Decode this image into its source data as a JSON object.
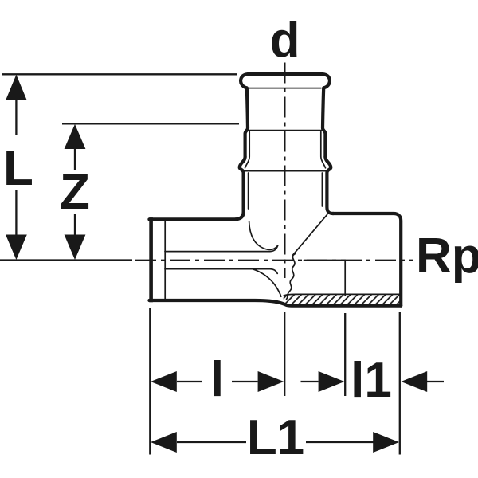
{
  "drawing": {
    "background_color": "#ffffff",
    "line_color": "#191919",
    "labels": {
      "branch_socket_diameter": "d",
      "overall_height": "L",
      "z_dimension": "Z",
      "thread_designation": "Rp",
      "press_end_length": "l",
      "thread_length": "l1",
      "overall_length": "L1"
    }
  }
}
